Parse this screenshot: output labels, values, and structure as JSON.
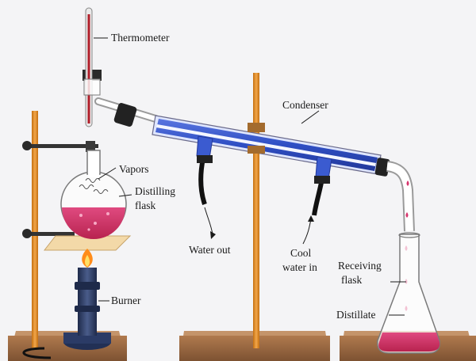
{
  "labels": {
    "thermometer": "Thermometer",
    "condenser": "Condenser",
    "vapors": "Vapors",
    "distilling_flask_1": "Distilling",
    "distilling_flask_2": "flask",
    "water_out": "Water out",
    "cool_water_1": "Cool",
    "cool_water_2": "water in",
    "receiving_flask_1": "Receiving",
    "receiving_flask_2": "flask",
    "burner": "Burner",
    "distillate": "Distillate"
  },
  "colors": {
    "background": "#f4f4f6",
    "liquid": "#d6336c",
    "condenser_jacket": "#2f4fc4",
    "stand_rod": "#e08a1e",
    "base_wood": "#9a6a43",
    "flame": "#ff8c1a"
  }
}
